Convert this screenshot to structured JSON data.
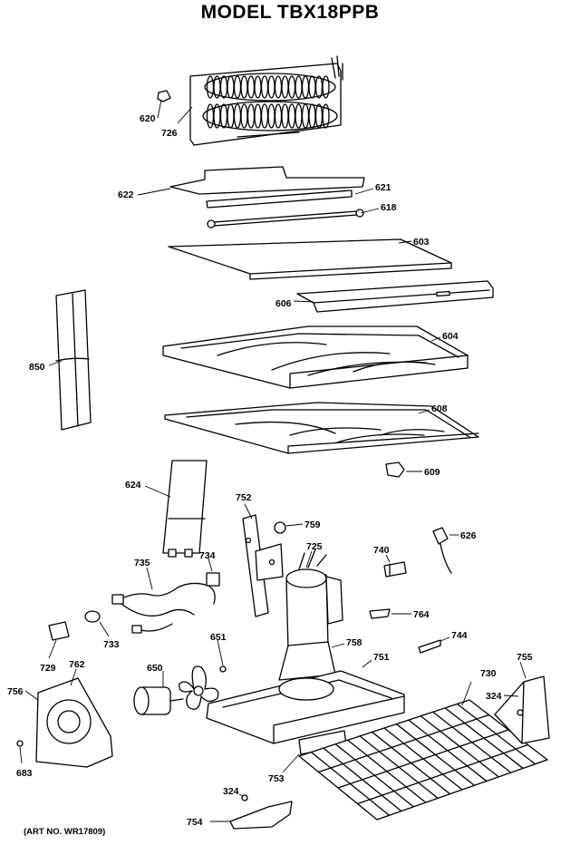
{
  "title": "MODEL TBX18PPB",
  "art_number": "(ART NO. WR17809)",
  "callouts": {
    "p620": "620",
    "p726": "726",
    "p622": "622",
    "p621": "621",
    "p618": "618",
    "p603": "603",
    "p606": "606",
    "p604": "604",
    "p850": "850",
    "p608": "608",
    "p609": "609",
    "p624": "624",
    "p752": "752",
    "p759": "759",
    "p725": "725",
    "p740": "740",
    "p626": "626",
    "p735": "735",
    "p734": "734",
    "p764": "764",
    "p744": "744",
    "p733": "733",
    "p729": "729",
    "p762": "762",
    "p651": "651",
    "p758": "758",
    "p751": "751",
    "p755": "755",
    "p650": "650",
    "p730": "730",
    "p324a": "324",
    "p756": "756",
    "p683": "683",
    "p753": "753",
    "p324b": "324",
    "p754": "754"
  }
}
